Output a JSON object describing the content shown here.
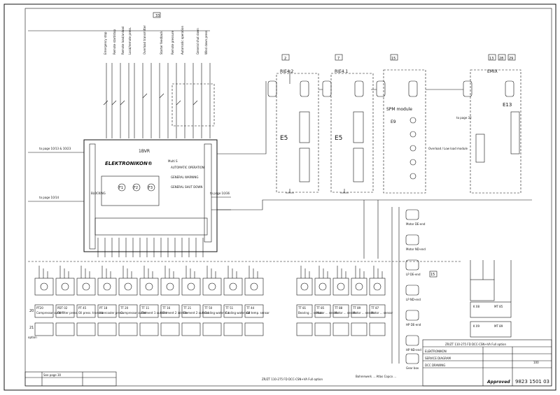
{
  "sheet": {
    "ref_boxes": [
      "2",
      "7",
      "15",
      "13",
      "28",
      "29",
      "15"
    ],
    "see_page_label": "See page 30"
  },
  "modules": {
    "rie42": {
      "label": "RIE4.2",
      "code": "E5"
    },
    "rie41": {
      "label": "RIE4.1",
      "code": "E5"
    },
    "spm": {
      "label": "SPM module",
      "code": "E9"
    },
    "emix": {
      "label": "EMIX",
      "code": "E13"
    },
    "emix_note": "to page 32",
    "spm_note": "Overload / Low load module"
  },
  "controller": {
    "brand": "ELEKTRONIKON®",
    "code": "1BVR",
    "multi": "Multi S",
    "led_auto": "AUTOMATIC OPERATION",
    "led_warning": "GENERAL WARNING",
    "led_shutdown": "GENERAL SHUT DOWN",
    "key_labels": [
      "F1",
      "F2",
      "F3"
    ],
    "blocking_label": "BLOCKING",
    "note_left_top": "to page 10/13 & 10/23",
    "note_left_mid": "to page 10/14",
    "note_right": "to page 10/36"
  },
  "sensors": {
    "row_top": [
      {
        "tag": "PT20",
        "name": "Compressor outlet press. transducer"
      },
      {
        "tag": "PDT 02",
        "name": "Oil filter press. transducer"
      },
      {
        "tag": "PT 45",
        "name": "Oil press. transducer"
      },
      {
        "tag": "PT 18",
        "name": "Intercooler press. transducer"
      },
      {
        "tag": "TT 20",
        "name": "Compressor outlet temp. sensor"
      },
      {
        "tag": "TT 11",
        "name": "Element 1 outlet temp. sensor"
      },
      {
        "tag": "TT 16",
        "name": "Element 2 inlet temp. sensor"
      },
      {
        "tag": "TT 21",
        "name": "Element 2 outlet temp. sensor"
      },
      {
        "tag": "TT 50",
        "name": "Cooling water in temp. sensor"
      },
      {
        "tag": "TT 51",
        "name": "Cooling water out temp. sensor"
      },
      {
        "tag": "TT 44",
        "name": "Oil temp. sensor"
      }
    ],
    "row_right": [
      {
        "tag": "TT 81",
        "name": "Bearing ... sensor"
      },
      {
        "tag": "TT 85",
        "name": "Motor ... sensor"
      },
      {
        "tag": "TT 88",
        "name": "Motor ... sensor"
      },
      {
        "tag": "TT 89",
        "name": "Motor ... sensor"
      },
      {
        "tag": "TT 87",
        "name": "Motor ... sensor"
      }
    ],
    "row_labels": [
      "20",
      "21",
      "option"
    ],
    "motor_sensors": [
      "Motor DE-end",
      "Motor ND-end",
      "LP DE-end",
      "LP ND-end",
      "HP DE-end",
      "HP ND-end",
      "Gear box"
    ],
    "right_box_tags": [
      "K 08",
      "MT 85",
      "K 09",
      "MT 89"
    ]
  },
  "title_block": {
    "caption": "ZR/ZT 110-275 FD DCC-CSN+VA Full option",
    "drawing_number": "9823 1501 03",
    "status": "Approved",
    "sheet_no": "100",
    "rows": [
      "ZR/ZT 110-275 FD DCC-CSN+VA Full option",
      "ELEKTRONIKON",
      "SERVICE DIAGRAM",
      "DCC DRAWING"
    ]
  },
  "bottom_note": {
    "left": "ZR/ZT 110-275 FD DCC-CSN+VA Full option",
    "right": "Bohrerwerk ... Atlas Copco ..."
  }
}
